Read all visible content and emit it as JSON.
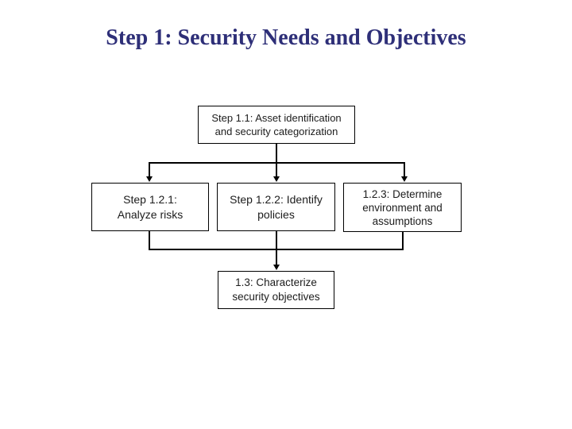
{
  "slide": {
    "title": "Step 1: Security Needs and Objectives"
  },
  "colors": {
    "background": "#ffffff",
    "title_text": "#2e2f78",
    "box_border": "#000000",
    "box_fill": "#ffffff",
    "box_text": "#1c1c1c",
    "connector": "#000000"
  },
  "diagram": {
    "boxes": [
      {
        "id": "step-1-1",
        "lines": [
          "Step 1.1: Asset identification",
          "and security categorization"
        ]
      },
      {
        "id": "step-1-2-1",
        "lines": [
          "Step 1.2.1:",
          "Analyze risks"
        ]
      },
      {
        "id": "step-1-2-2",
        "lines": [
          "Step 1.2.2: Identify",
          "policies"
        ]
      },
      {
        "id": "step-1-2-3",
        "lines": [
          "1.2.3: Determine",
          "environment and",
          "assumptions"
        ]
      },
      {
        "id": "step-1-3",
        "lines": [
          "1.3: Characterize",
          "security objectives"
        ]
      }
    ]
  }
}
